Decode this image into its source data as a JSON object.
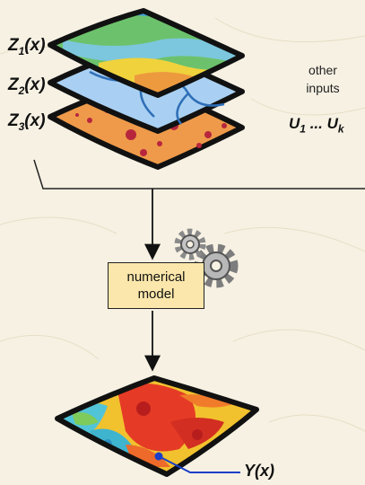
{
  "inputs": {
    "layers": [
      {
        "name": "Z",
        "sub": "1",
        "arg": "(x)"
      },
      {
        "name": "Z",
        "sub": "2",
        "arg": "(x)"
      },
      {
        "name": "Z",
        "sub": "3",
        "arg": "(x)"
      }
    ],
    "other_line1": "other",
    "other_line2": "inputs",
    "other_vars": {
      "first": "U",
      "first_sub": "1",
      "ellipsis": " ... ",
      "last": "U",
      "last_sub": "k"
    }
  },
  "model": {
    "line1": "numerical",
    "line2": "model"
  },
  "output": {
    "label": "Y(x)"
  },
  "colors": {
    "background": "#f6f1e3",
    "model_box": "#fbe7ab",
    "layer1": [
      "#6cc26c",
      "#3fa0d8",
      "#f0d23c"
    ],
    "layer2": "#a9d0f2",
    "layer3": "#ee9a4a",
    "output_arrow": "#1a3fc8"
  }
}
